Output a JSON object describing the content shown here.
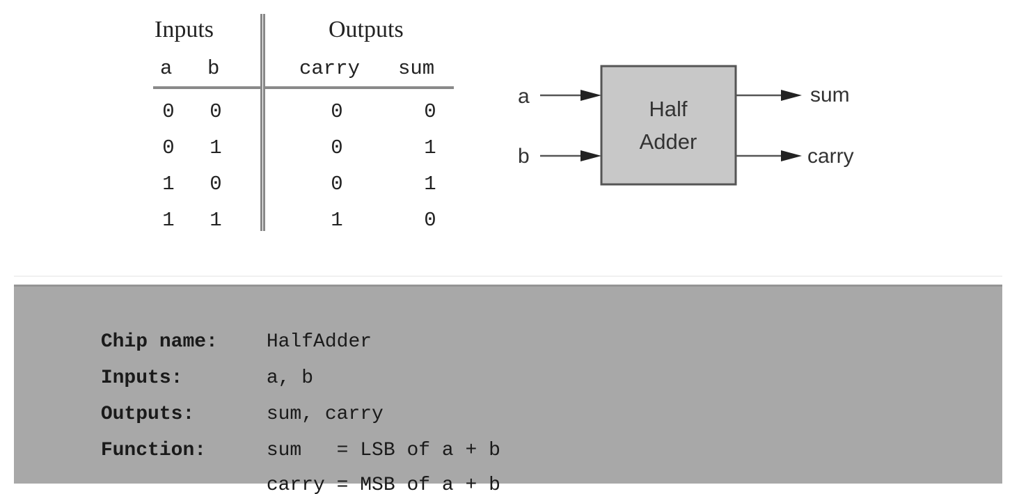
{
  "truth_table": {
    "inputs_heading": "Inputs",
    "outputs_heading": "Outputs",
    "columns": [
      "a",
      "b",
      "carry",
      "sum"
    ],
    "rows": [
      [
        "0",
        "0",
        "0",
        "0"
      ],
      [
        "0",
        "1",
        "0",
        "1"
      ],
      [
        "1",
        "0",
        "0",
        "1"
      ],
      [
        "1",
        "1",
        "1",
        "0"
      ]
    ]
  },
  "diagram": {
    "block_label_line1": "Half",
    "block_label_line2": "Adder",
    "input_a": "a",
    "input_b": "b",
    "output_sum": "sum",
    "output_carry": "carry",
    "box_fill": "#c8c8c8",
    "box_stroke": "#555555"
  },
  "spec": {
    "background": "#a8a8a8",
    "rows": [
      {
        "key": "Chip name:",
        "value": "HalfAdder"
      },
      {
        "key": "Inputs:",
        "value": "a, b"
      },
      {
        "key": "Outputs:",
        "value": "sum, carry"
      },
      {
        "key": "Function:",
        "value": "sum   = LSB of a + b"
      },
      {
        "key": "",
        "value": "carry = MSB of a + b"
      }
    ]
  }
}
